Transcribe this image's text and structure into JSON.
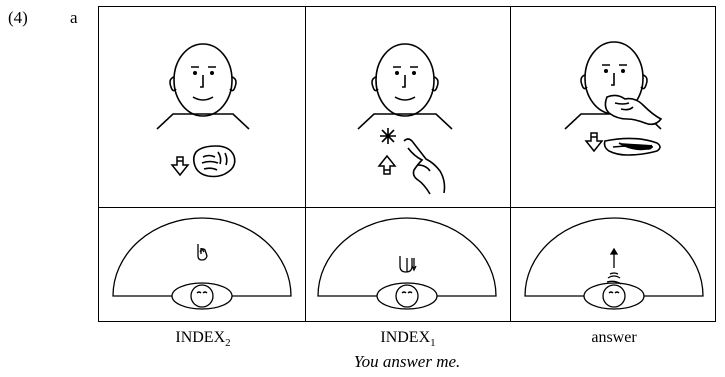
{
  "example": {
    "number": "(4)",
    "letter": "a"
  },
  "glosses": [
    {
      "base": "INDEX",
      "sub": "2"
    },
    {
      "base": "INDEX",
      "sub": "1"
    },
    {
      "base": "answer",
      "sub": ""
    }
  ],
  "translation": "You answer me.",
  "colors": {
    "ink": "#000000",
    "background": "#ffffff"
  },
  "panels": [
    {
      "row": "sign",
      "column": 1,
      "content": "face-icon with fist pointing forward and down-arrow-icon"
    },
    {
      "row": "sign",
      "column": 2,
      "content": "face-icon with index finger pointing toward signer, asterisk-icon and up-arrow-icon"
    },
    {
      "row": "sign",
      "column": 3,
      "content": "face-icon with hand near chin and flat hand moving forward, down-arrow-icon"
    },
    {
      "row": "space",
      "column": 1,
      "content": "signing-space-diagram with hand-icon near top"
    },
    {
      "row": "space",
      "column": 2,
      "content": "signing-space-diagram with hand-icon near body"
    },
    {
      "row": "space",
      "column": 3,
      "content": "signing-space-diagram with arrow-icon pointing away from body"
    }
  ]
}
